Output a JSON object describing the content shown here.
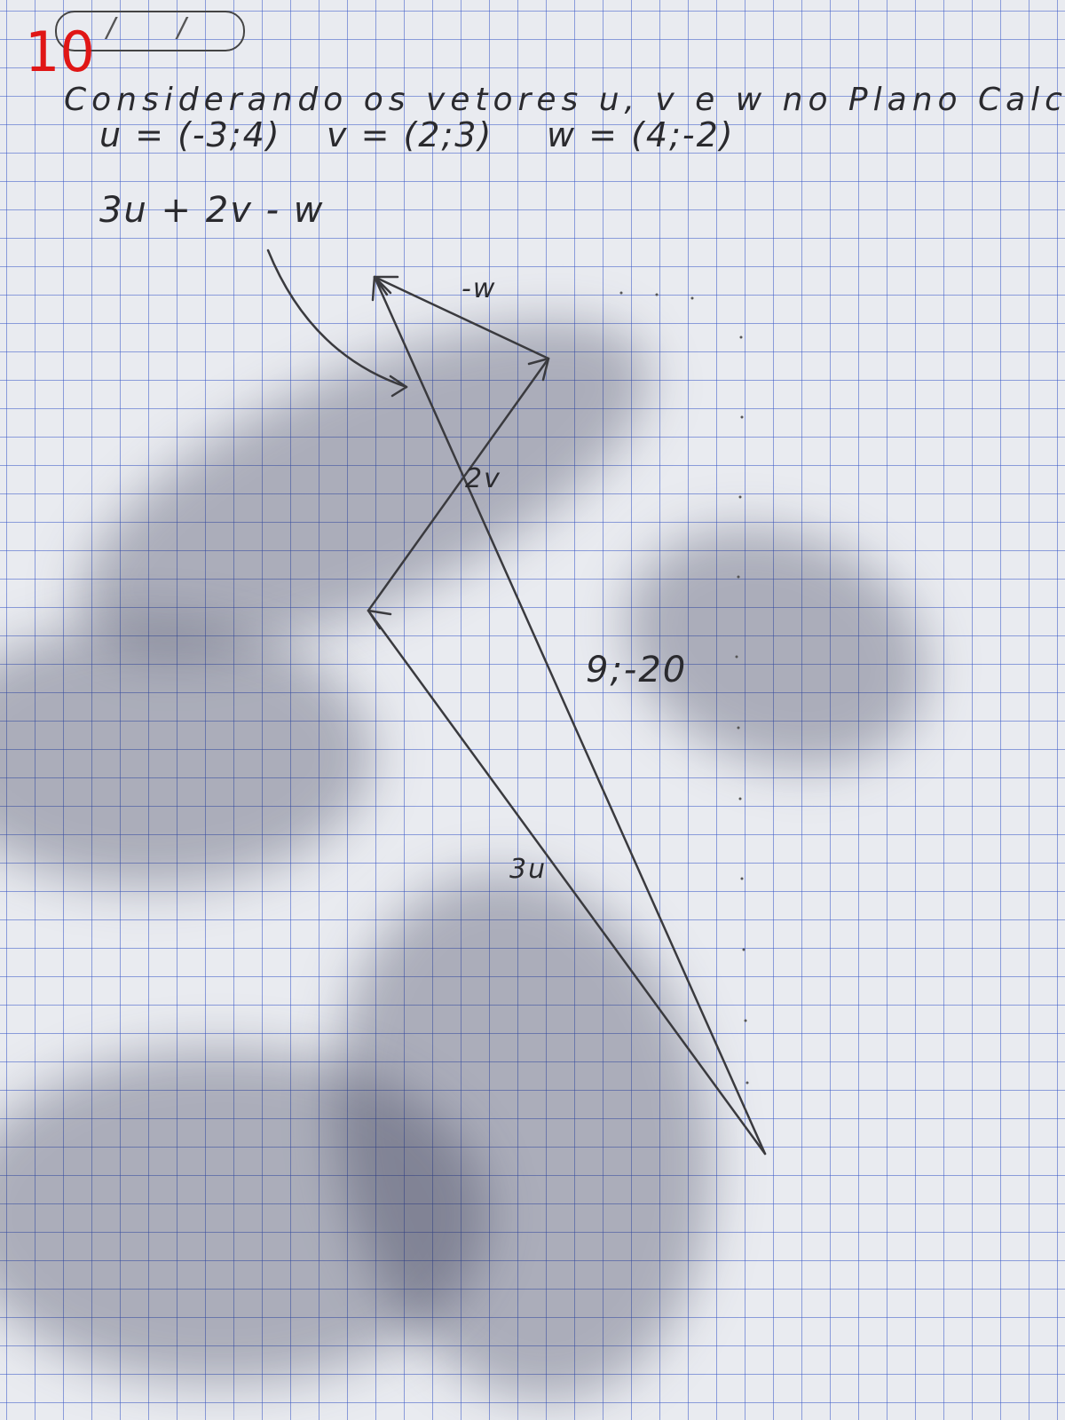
{
  "header": {
    "date_field": "/ /"
  },
  "grade": {
    "value": "10",
    "color": "#e01616"
  },
  "problem": {
    "statement": "Considerando os vetores u, v e w no Plano Calc:",
    "u": "u = (-3;4)",
    "v": "v = (2;3)",
    "w": "w = (4;-2)",
    "expression": "3u + 2v - w"
  },
  "diagram": {
    "labels": {
      "neg_w": "-w",
      "two_v": "2v",
      "three_u": "3u",
      "result": "9;-20"
    },
    "ink_color": "#3a3a3e"
  }
}
